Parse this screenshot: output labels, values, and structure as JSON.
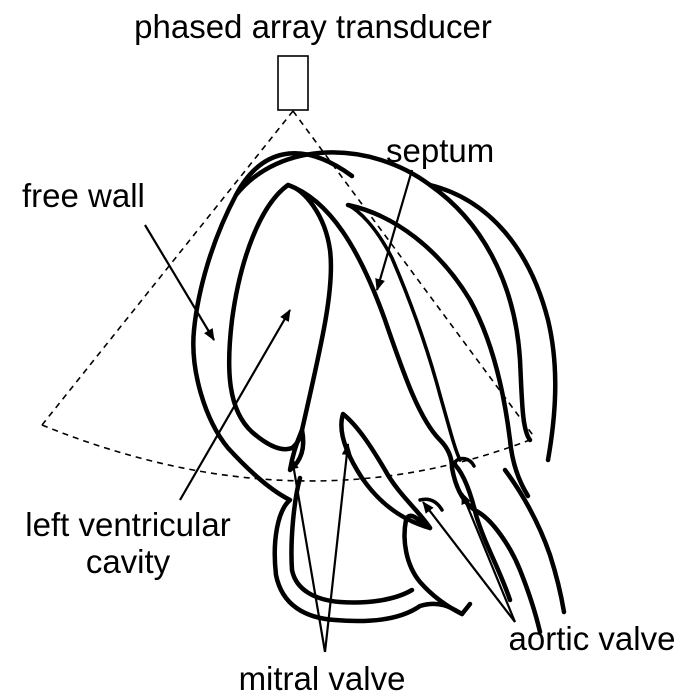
{
  "labels": {
    "transducer": "phased array transducer",
    "free_wall": "free wall",
    "septum": "septum",
    "lv_cavity_line1": "left ventricular",
    "lv_cavity_line2": "cavity",
    "aortic_valve": "aortic valve",
    "mitral_valve": "mitral valve"
  },
  "colors": {
    "stroke": "#000000",
    "background": "#ffffff"
  }
}
